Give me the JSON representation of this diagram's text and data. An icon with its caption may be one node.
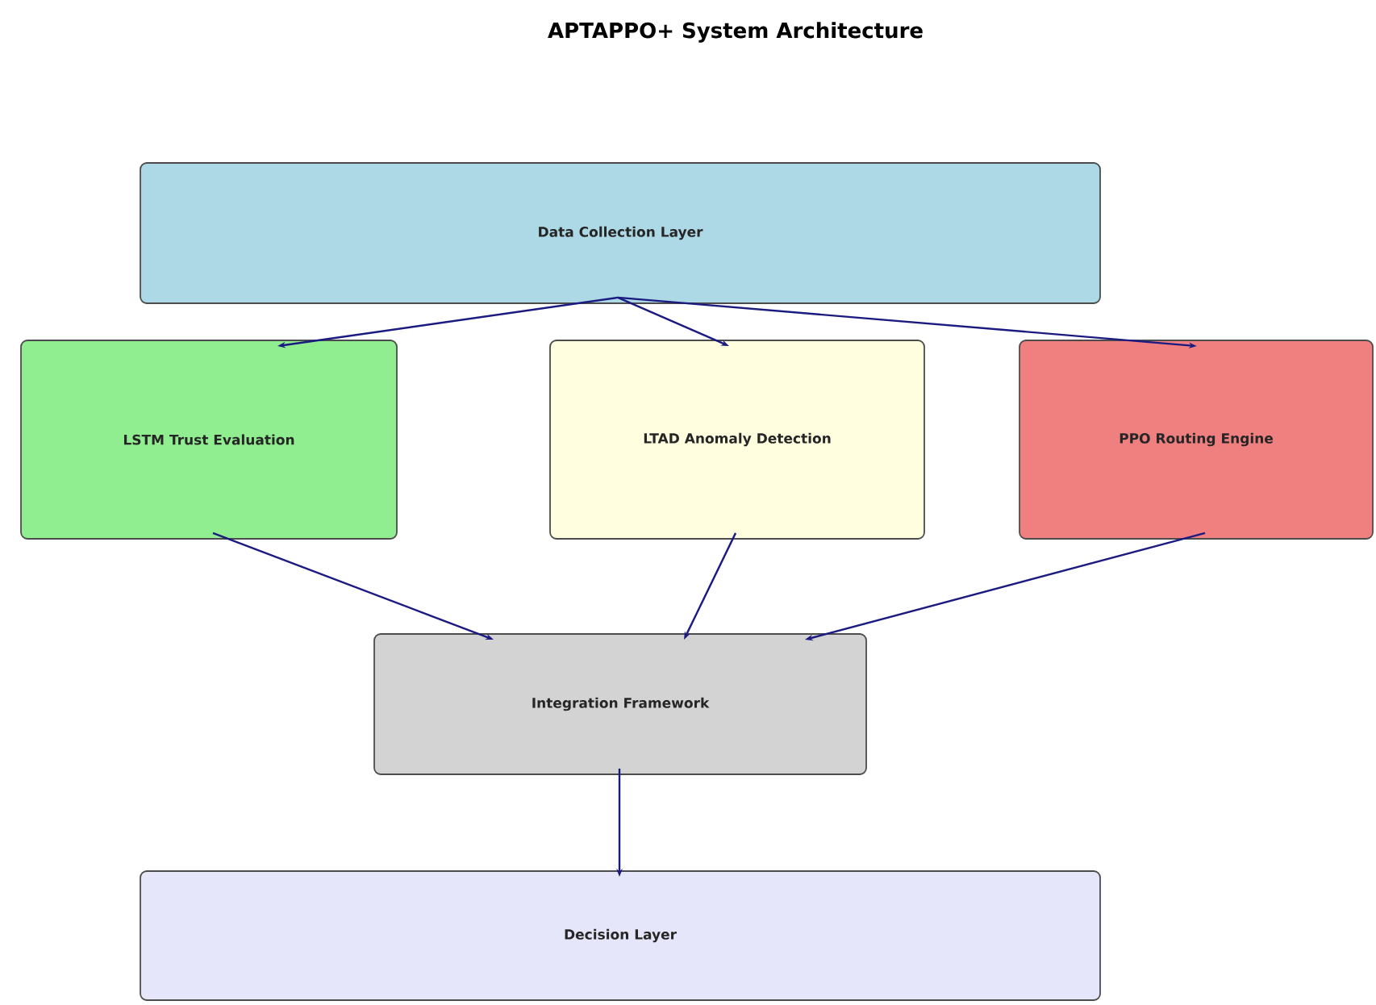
{
  "diagram": {
    "title": "APTAPPO+ System Architecture",
    "nodes": [
      {
        "text": [
          "Data Collection Layer"
        ]
      },
      {
        "text": [
          "LSTM Trust Evaluation"
        ]
      },
      {
        "text": [
          "LTAD Anomaly Detection"
        ]
      },
      {
        "text": [
          "PPO Routing Engine"
        ]
      },
      {
        "text": [
          "Integration Framework"
        ]
      },
      {
        "text": [
          "Decision Layer"
        ]
      }
    ],
    "edges": [
      {
        "from": 0,
        "to": 1,
        "arrow": "to"
      },
      {
        "from": 0,
        "to": 2,
        "arrow": "to"
      },
      {
        "from": 0,
        "to": 3,
        "arrow": "to"
      },
      {
        "from": 1,
        "to": 4,
        "arrow": "to"
      },
      {
        "from": 2,
        "to": 4,
        "arrow": "to"
      },
      {
        "from": 3,
        "to": 4,
        "arrow": "to"
      },
      {
        "from": 4,
        "to": 5,
        "arrow": "to"
      }
    ]
  }
}
